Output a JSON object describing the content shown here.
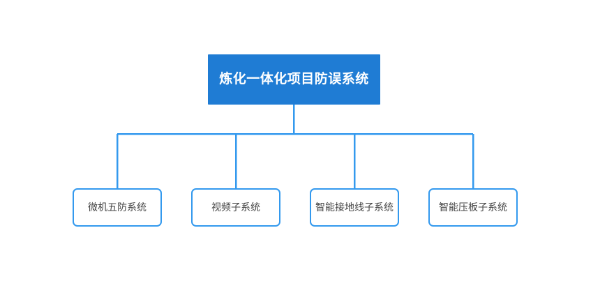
{
  "diagram": {
    "type": "organization-tree",
    "orientation": "top-down",
    "background_color": "#FFFFFF",
    "accent_color": "#1F7CD4",
    "connector_color": "#3399EE",
    "root": {
      "label": "炼化一体化项目防误系统",
      "fill_color": "#1F7CD4",
      "text_color": "#FFFFFF"
    },
    "children": [
      {
        "label": "微机五防系统",
        "fill_color": "#FFFFFF",
        "border_color": "#3399EE",
        "text_color": "#444444"
      },
      {
        "label": "视频子系统",
        "fill_color": "#FFFFFF",
        "border_color": "#3399EE",
        "text_color": "#444444"
      },
      {
        "label": "智能接地线子系统",
        "fill_color": "#FFFFFF",
        "border_color": "#3399EE",
        "text_color": "#444444"
      },
      {
        "label": "智能压板子系统",
        "fill_color": "#FFFFFF",
        "border_color": "#3399EE",
        "text_color": "#444444"
      }
    ]
  }
}
